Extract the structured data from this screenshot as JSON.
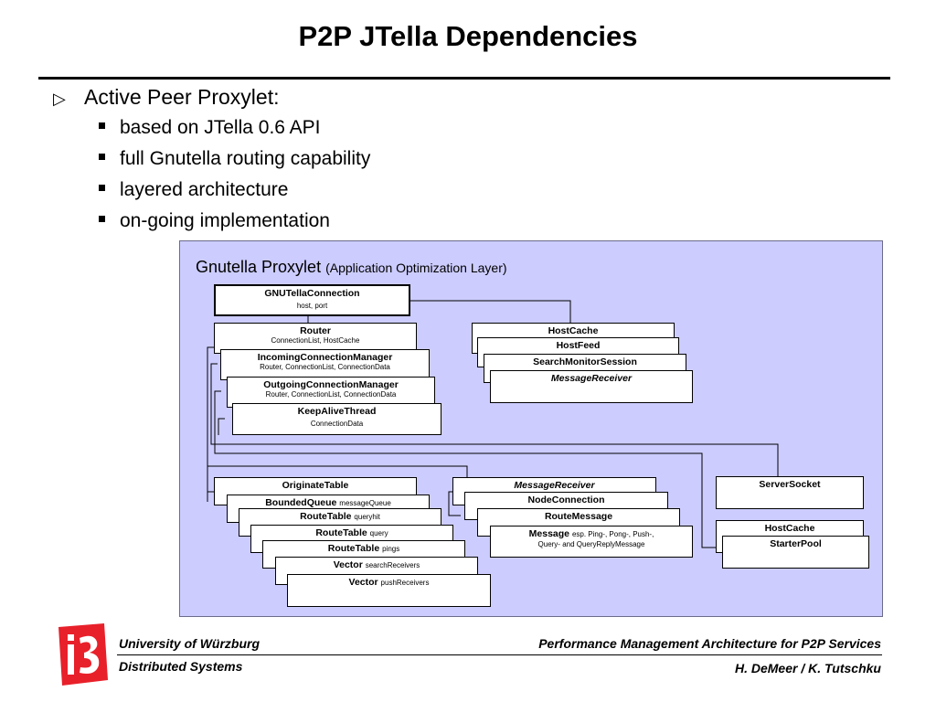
{
  "slide": {
    "title": "P2P JTella Dependencies",
    "main_bullet": "Active Peer Proxylet:",
    "sub_bullets": [
      "based on JTella 0.6 API",
      "full Gnutella routing capability",
      "layered architecture",
      "on-going implementation"
    ]
  },
  "diagram": {
    "title": "Gnutella Proxylet",
    "subtitle": "(Application Optimization Layer)",
    "boxes": {
      "gnutella_connection": {
        "name": "GNUTellaConnection",
        "detail": "host, port"
      },
      "router": {
        "name": "Router",
        "detail": "ConnectionList, HostCache"
      },
      "incoming": {
        "name": "IncomingConnectionManager",
        "detail": "Router, ConnectionList, ConnectionData"
      },
      "outgoing": {
        "name": "OutgoingConnectionManager",
        "detail": "Router, ConnectionList, ConnectionData"
      },
      "keepalive": {
        "name": "KeepAliveThread",
        "detail": "ConnectionData"
      },
      "hostcache_top": {
        "name": "HostCache"
      },
      "hostfeed": {
        "name": "HostFeed"
      },
      "search_monitor": {
        "name": "SearchMonitorSession"
      },
      "msg_receiver_top": {
        "name": "MessageReceiver"
      },
      "originate": {
        "name": "OriginateTable"
      },
      "bounded_queue": {
        "name": "BoundedQueue",
        "detail": "messageQueue"
      },
      "rt_queryhit": {
        "name": "RouteTable",
        "detail": "queryhit"
      },
      "rt_query": {
        "name": "RouteTable",
        "detail": "query"
      },
      "rt_pings": {
        "name": "RouteTable",
        "detail": "pings"
      },
      "vec_search": {
        "name": "Vector",
        "detail": "searchReceivers"
      },
      "vec_push": {
        "name": "Vector",
        "detail": "pushReceivers"
      },
      "msg_receiver_mid": {
        "name": "MessageReceiver"
      },
      "node_connection": {
        "name": "NodeConnection"
      },
      "route_message": {
        "name": "RouteMessage"
      },
      "message": {
        "name": "Message",
        "detail1": "esp. Ping-, Pong-, Push-,",
        "detail2": "Query- and QueryReplyMessage"
      },
      "server_socket": {
        "name": "ServerSocket"
      },
      "hostcache_right": {
        "name": "HostCache"
      },
      "starter_pool": {
        "name": "StarterPool"
      }
    }
  },
  "footer": {
    "university": "University of Würzburg",
    "department": "Distributed Systems",
    "project": "Performance Management Architecture for P2P Services",
    "authors": "H. DeMeer / K. Tutschku",
    "logo_color": "#e8202a"
  }
}
